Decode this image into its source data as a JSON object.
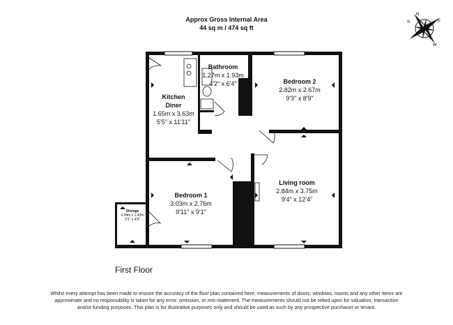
{
  "header": {
    "title": "Approx Gross Internal Area",
    "area": "44 sq m / 474 sq ft"
  },
  "compass": {
    "letters": [
      "N",
      "E",
      "S",
      "W"
    ]
  },
  "rooms": {
    "bathroom": {
      "name": "Bathroom",
      "metric": "1.27m x 1.93m",
      "imperial": "4'2\" x 6'4\""
    },
    "bedroom2": {
      "name": "Bedroom 2",
      "metric": "2.82m x 2.67m",
      "imperial": "9'3\" x 8'9\""
    },
    "kitchen": {
      "name_line1": "Kitchen",
      "name_line2": "Diner",
      "metric": "1.65m x 3.63m",
      "imperial": "5'5\" x 11'11\""
    },
    "bedroom1": {
      "name": "Bedroom 1",
      "metric": "3.03m x 2.76m",
      "imperial": "9'11\" x 9'1\""
    },
    "living": {
      "name": "Living room",
      "metric": "2.84m x 3.75m",
      "imperial": "9'4\" x 12'4\""
    },
    "storage": {
      "name": "Storage",
      "metric": "0.94m x 1.43m",
      "imperial": "3'1\" x 4'8\""
    }
  },
  "floor_label": "First Floor",
  "disclaimer": "Whilst every attempt has been made to ensure the accuracy of the floor plan contained here, measurements of doors, windows, rooms and any other items are approximate and no responsibility is taken for any error, omission, or mis-statement. The measurements should not be relied upon for valuation, transaction and/or funding purposes. This plan is for illustrative purposes only and should be used as such by any prospective purchaser or tenant.",
  "colors": {
    "wall": "#111111",
    "line": "#000000",
    "background": "#ffffff"
  }
}
